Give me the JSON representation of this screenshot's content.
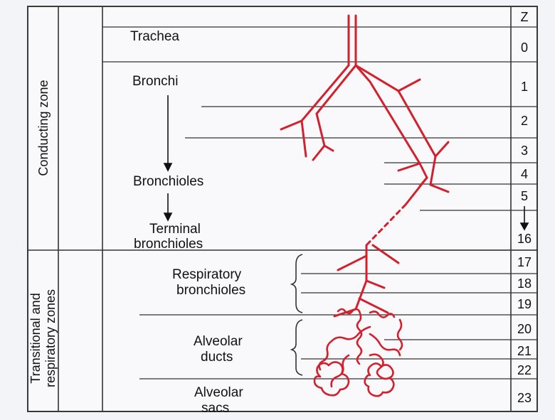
{
  "zone_labels": {
    "conducting": "Conducting zone",
    "transitional": "Transitional and respiratory zones"
  },
  "airways": {
    "trachea": "Trachea",
    "bronchi": "Bronchi",
    "bronchioles": "Bronchioles",
    "terminal_line1": "Terminal",
    "terminal_line2": "bronchioles",
    "resp_line1": "Respiratory",
    "resp_line2": "bronchioles",
    "duct_line1": "Alveolar",
    "duct_line2": "ducts",
    "sac_line1": "Alveolar",
    "sac_line2": "sacs"
  },
  "z_column": {
    "header": "Z",
    "values": [
      "0",
      "1",
      "2",
      "3",
      "4",
      "5",
      "16",
      "17",
      "18",
      "19",
      "20",
      "21",
      "22",
      "23"
    ]
  },
  "colors": {
    "airway_red": "#d2202d",
    "line": "#333333"
  }
}
